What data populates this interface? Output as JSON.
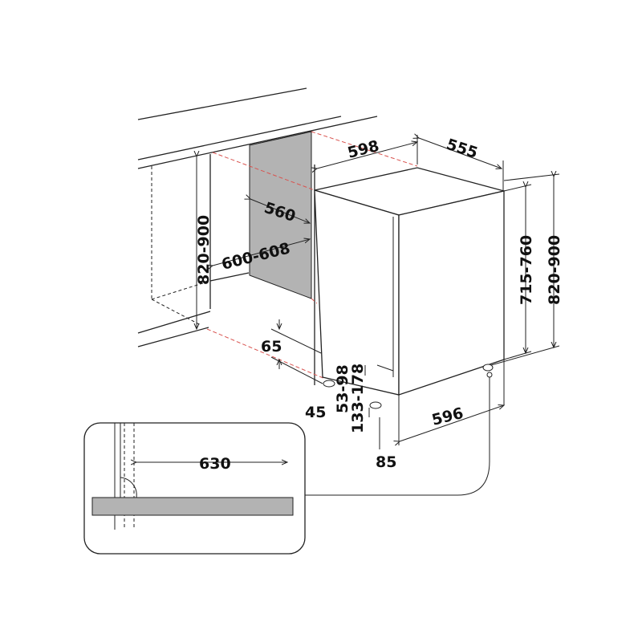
{
  "colors": {
    "line": "#222222",
    "panel": "#b3b3b3",
    "guide": "#d9534f"
  },
  "dimensions": {
    "width_top": "598",
    "depth_top": "555",
    "niche_depth": "560",
    "niche_width": "600-608",
    "niche_height": "820-900",
    "appliance_height": "715-760",
    "total_height": "820-900",
    "plinth_65": "65",
    "foot_45": "45",
    "foot_53_98": "53-98",
    "foot_133_178": "133-178",
    "front_width": "596",
    "plinth_85": "85",
    "door_swing": "630"
  }
}
